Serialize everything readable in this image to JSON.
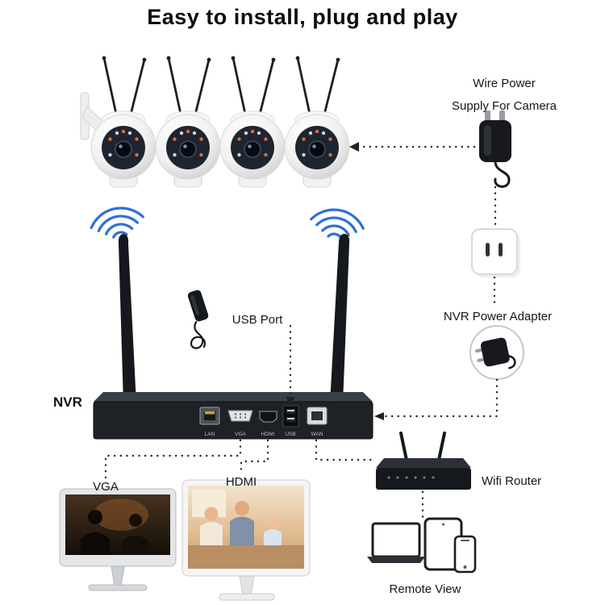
{
  "title": "Easy to install, plug and play",
  "labels": {
    "wire_power_line1": "Wire Power",
    "wire_power_line2": "Supply For Camera",
    "nvr_power_adapter": "NVR Power Adapter",
    "usb_port": "USB Port",
    "nvr": "NVR",
    "vga": "VGA",
    "hdmi": "HDMI",
    "wifi_router": "Wifi Router",
    "remote_view": "Remote View"
  },
  "nvr_ports": [
    "LAN",
    "VGA",
    "HDMI",
    "USB",
    "WAN"
  ],
  "colors": {
    "wifi_signal_blue": "#2e6fd8",
    "text": "#111111",
    "device_black": "#15181c",
    "camera_ir_led_orange": "#d96f35"
  },
  "icons": [
    "wireless-ptz-camera",
    "camera-power-adapter",
    "power-outlet",
    "nvr-power-adapter",
    "usb-dongle",
    "wireless-nvr",
    "wifi-signal",
    "wifi-router",
    "vga-monitor",
    "hdmi-monitor",
    "laptop",
    "tablet",
    "phone"
  ]
}
